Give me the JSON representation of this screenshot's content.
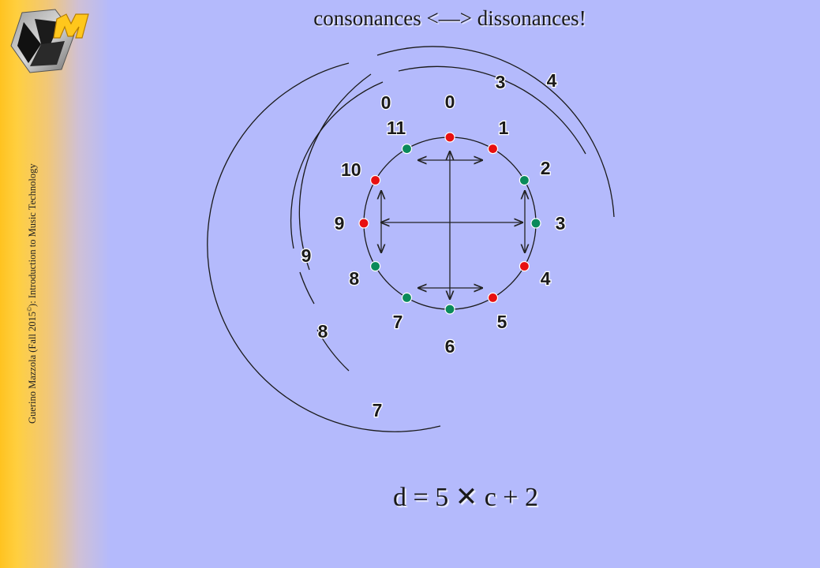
{
  "slide": {
    "title_left": "consonances",
    "title_arrow": "<—>",
    "title_right": "dissonances!",
    "credit_main": "Guerino Mazzola (Fall 2015",
    "credit_sup": "©",
    "credit_rest": "): Introduction to Music Technology",
    "formula_d": "d",
    "formula_eq": "=",
    "formula_five": "5",
    "formula_times": "✕",
    "formula_c": "c",
    "formula_plus": "+",
    "formula_two": "2"
  },
  "colors": {
    "background": "#b4bafc",
    "consonance": "#0a8a5a",
    "dissonance": "#e81010",
    "logo_yellow": "#ffc71c"
  },
  "clock": {
    "labels": [
      "0",
      "1",
      "2",
      "3",
      "4",
      "5",
      "6",
      "7",
      "8",
      "9",
      "10",
      "11"
    ],
    "dissonant": [
      0,
      1,
      4,
      5,
      9,
      10
    ],
    "consonant": [
      2,
      3,
      6,
      7,
      8,
      11
    ]
  },
  "arcs": {
    "inner_labels": [
      "0",
      "3",
      "9",
      "8"
    ],
    "outer_labels": [
      "4",
      "7"
    ]
  }
}
